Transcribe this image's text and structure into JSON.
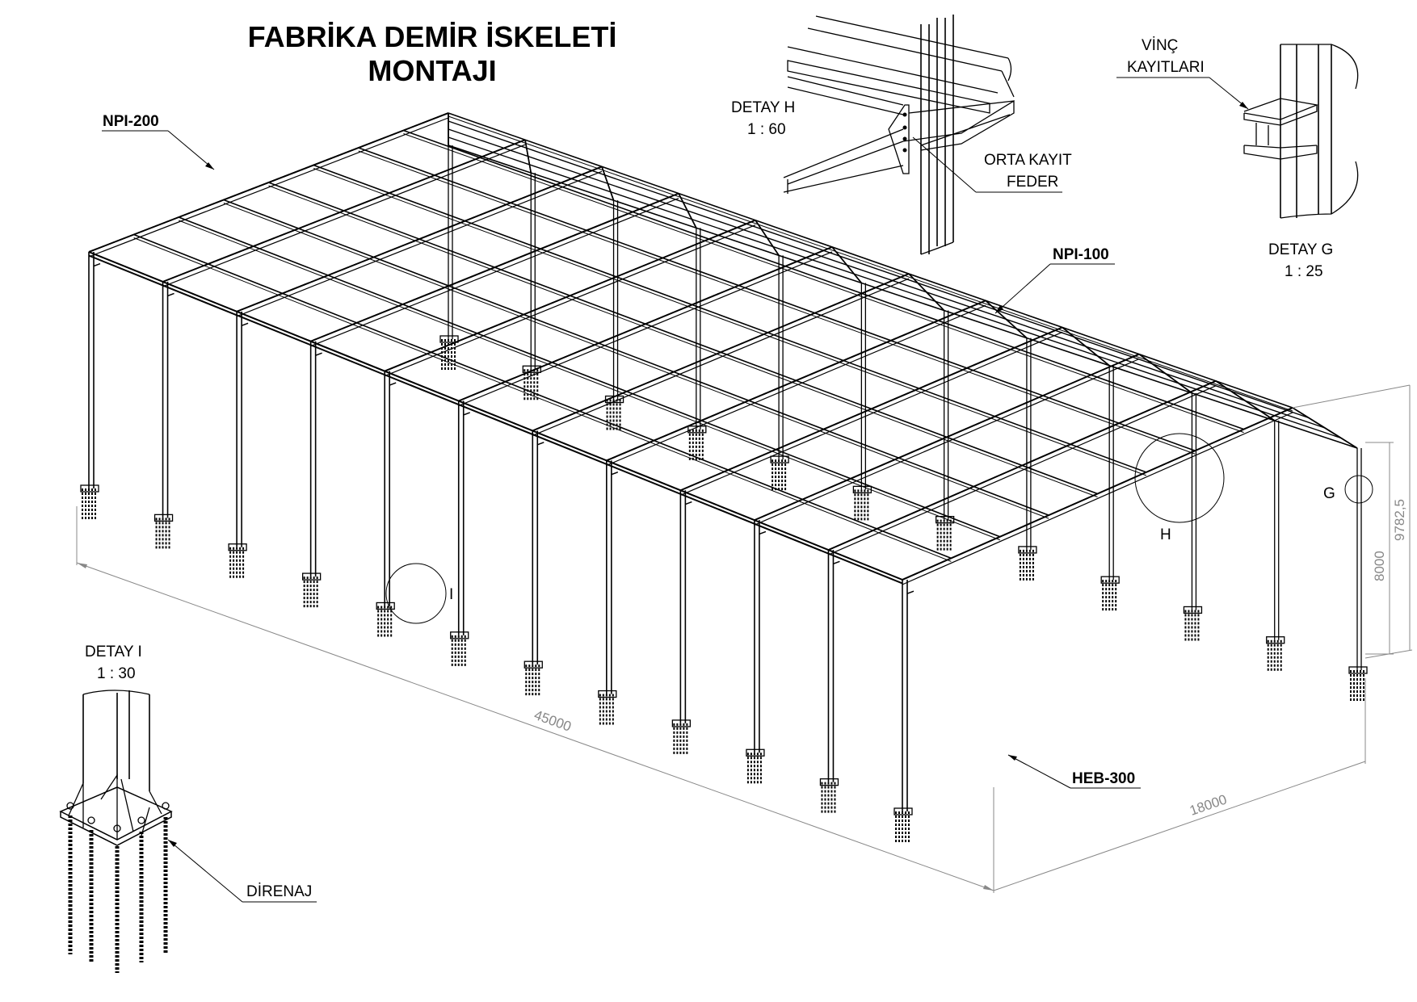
{
  "title": {
    "line1": "FABRİKA DEMİR İSKELETİ",
    "line2": "MONTAJI"
  },
  "labels": {
    "npi200": "NPI-200",
    "npi100": "NPI-100",
    "heb300": "HEB-300",
    "direnaj": "DİRENAJ",
    "orta_kayit": "ORTA KAYIT",
    "feder": "FEDER",
    "vinc": "VİNÇ",
    "kayitlari": "KAYITLARI"
  },
  "details": {
    "h": {
      "title": "DETAY H",
      "scale": "1 : 60",
      "marker": "H"
    },
    "g": {
      "title": "DETAY G",
      "scale": "1 : 25",
      "marker": "G"
    },
    "i": {
      "title": "DETAY I",
      "scale": "1 : 30",
      "marker": "I"
    }
  },
  "dimensions": {
    "length": "45000",
    "width": "18000",
    "height_column": "8000",
    "height_ridge": "9782,5"
  },
  "structure": {
    "frames": 12
  }
}
